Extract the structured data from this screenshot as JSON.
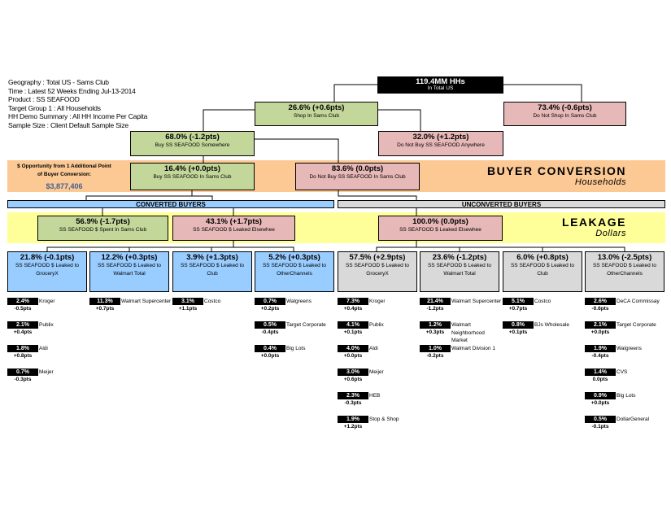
{
  "info": [
    "Geography : Total US - Sams Club",
    "Time : Latest 52 Weeks Ending Jul-13-2014",
    "Product : SS SEAFOOD",
    "Target Group 1 : All Households",
    "HH Demo Summary : All HH Income Per Capita",
    "Sample Size : Client Default Sample Size"
  ],
  "top": {
    "value": "119.4MM HHs",
    "label": "In Total US"
  },
  "shop": {
    "value": "26.6% (+0.6pts)",
    "label": "Shop In Sams Club"
  },
  "noshop": {
    "value": "73.4% (-0.6pts)",
    "label": "Do Not Shop In Sams Club"
  },
  "buysome": {
    "value": "68.0% (-1.2pts)",
    "label": "Buy SS SEAFOOD Somewhere"
  },
  "nobuyany": {
    "value": "32.0% (+1.2pts)",
    "label": "Do Not Buy SS SEAFOOD Anywhere"
  },
  "buysams": {
    "value": "16.4% (+0.0pts)",
    "label": "Buy SS SEAFOOD In Sams Club"
  },
  "nobuysams": {
    "value": "83.6% (0.0pts)",
    "label": "Do Not Buy SS SEAFOOD In Sams Club"
  },
  "opportunity": {
    "line1": "$ Opportunity from 1 Additional Point",
    "line2": "of Buyer Conversion:",
    "value": "$3,877,406"
  },
  "buyer_conversion": {
    "title": "BUYER CONVERSION",
    "subtitle": "Households"
  },
  "converted_label": "CONVERTED BUYERS",
  "unconverted_label": "UNCONVERTED BUYERS",
  "leakage": {
    "title": "LEAKAGE",
    "subtitle": "Dollars"
  },
  "spent": {
    "value": "56.9% (-1.7pts)",
    "label": "SS SEAFOOD $ Spent In Sams Club"
  },
  "leaked": {
    "value": "43.1% (+1.7pts)",
    "label": "SS SEAFOOD $ Leaked Elsewhee"
  },
  "leaked_unconv": {
    "value": "100.0% (0.0pts)",
    "label": "SS SEAFOOD $ Leaked Elsewhee"
  },
  "channels": [
    {
      "value": "21.8% (-0.1pts)",
      "l1": "SS SEAFOOD $ Leaked to",
      "l2": "GroceryX",
      "items": [
        [
          "2.4%",
          "-0.5pts",
          "Kroger"
        ],
        [
          "2.1%",
          "+0.4pts",
          "Publix"
        ],
        [
          "1.8%",
          "+0.8pts",
          "Aldi"
        ],
        [
          "0.7%",
          "-0.3pts",
          "Meijer"
        ]
      ]
    },
    {
      "value": "12.2% (+0.3pts)",
      "l1": "SS SEAFOOD $ Leaked to",
      "l2": "Walmart Total",
      "items": [
        [
          "11.3%",
          "+0.7pts",
          "Walmart Supercenter"
        ]
      ]
    },
    {
      "value": "3.9% (+1.3pts)",
      "l1": "SS SEAFOOD $ Leaked to",
      "l2": "Club",
      "items": [
        [
          "3.1%",
          "+1.1pts",
          "Costco"
        ]
      ]
    },
    {
      "value": "5.2% (+0.3pts)",
      "l1": "SS SEAFOOD $ Leaked to",
      "l2": "OtherChannels",
      "items": [
        [
          "0.7%",
          "+0.2pts",
          "Walgreens"
        ],
        [
          "0.5%",
          "-0.4pts",
          "Target Corporate"
        ],
        [
          "0.4%",
          "+0.0pts",
          "Big Lots"
        ]
      ]
    },
    {
      "value": "57.5% (+2.9pts)",
      "l1": "SS SEAFOOD $ Leaked to",
      "l2": "GroceryX",
      "items": [
        [
          "7.3%",
          "+0.4pts",
          "Kroger"
        ],
        [
          "4.1%",
          "+0.1pts",
          "Publix"
        ],
        [
          "4.0%",
          "+0.0pts",
          "Aldi"
        ],
        [
          "3.0%",
          "+0.6pts",
          "Meijer"
        ],
        [
          "2.3%",
          "-0.3pts",
          "HEB"
        ],
        [
          "1.9%",
          "+1.2pts",
          "Stop & Shop"
        ]
      ]
    },
    {
      "value": "23.6% (-1.2pts)",
      "l1": "SS SEAFOOD $ Leaked to",
      "l2": "Walmart Total",
      "items": [
        [
          "21.4%",
          "-1.2pts",
          "Walmart Supercenter"
        ],
        [
          "1.2%",
          "+0.3pts",
          "Walmart Neighborhood Market"
        ],
        [
          "1.0%",
          "-0.2pts",
          "Walmart Division 1"
        ]
      ]
    },
    {
      "value": "6.0% (+0.8pts)",
      "l1": "SS SEAFOOD $ Leaked to",
      "l2": "Club",
      "items": [
        [
          "5.1%",
          "+0.7pts",
          "Costco"
        ],
        [
          "0.8%",
          "+0.1pts",
          "BJs Wholesale"
        ]
      ]
    },
    {
      "value": "13.0% (-2.5pts)",
      "l1": "SS SEAFOOD $ Leaked to",
      "l2": "OtherChannels",
      "items": [
        [
          "2.6%",
          "-0.6pts",
          "DeCA Commissay"
        ],
        [
          "2.1%",
          "+0.0pts",
          "Target Corporate"
        ],
        [
          "1.9%",
          "-0.4pts",
          "Walgreens"
        ],
        [
          "1.4%",
          "0.0pts",
          "CVS"
        ],
        [
          "0.9%",
          "+0.0pts",
          "Big Lots"
        ],
        [
          "0.5%",
          "-0.1pts",
          "DollarGeneral"
        ]
      ]
    }
  ],
  "colors": {
    "green": "#c4d79b",
    "pink": "#e6b8b7",
    "blue": "#99ccff",
    "gray": "#d9d9d9",
    "orange": "#fcc995",
    "yellow": "#ffff99"
  }
}
